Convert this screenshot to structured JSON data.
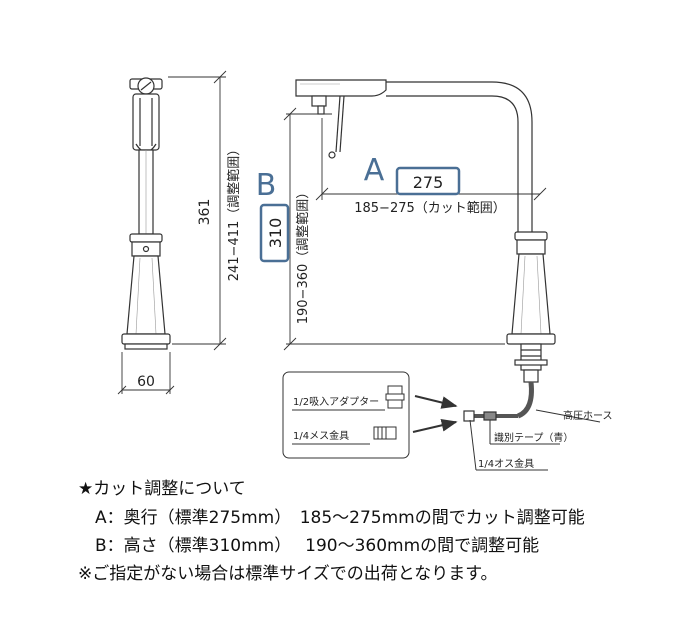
{
  "dimensions": {
    "overall_height": "361",
    "range_241_411": "241−411（調整範囲）",
    "base_width": "60",
    "standard_height": "310",
    "height_range": "190−360（調整範囲）",
    "standard_depth": "275",
    "depth_range": "185−275（カット範囲）",
    "label_a": "A",
    "label_b": "B"
  },
  "parts": {
    "adapter": "1/2吸入アダプター",
    "female_fitting": "1/4メス金具",
    "hose": "高圧ホース",
    "tape": "識別テープ（青）",
    "male_fitting": "1/4オス金具"
  },
  "notes": {
    "title": "★カット調整について",
    "a": "　A：奥行（標準275mm）　185〜275mmの間でカット調整可能",
    "b": "　B：高さ（標準310mm）　 190〜360mmの間で調整可能",
    "c": "※ご指定がない場合は標準サイズでの出荷となります。"
  },
  "colors": {
    "accent_box": "#4a6f95",
    "line": "#333333"
  }
}
